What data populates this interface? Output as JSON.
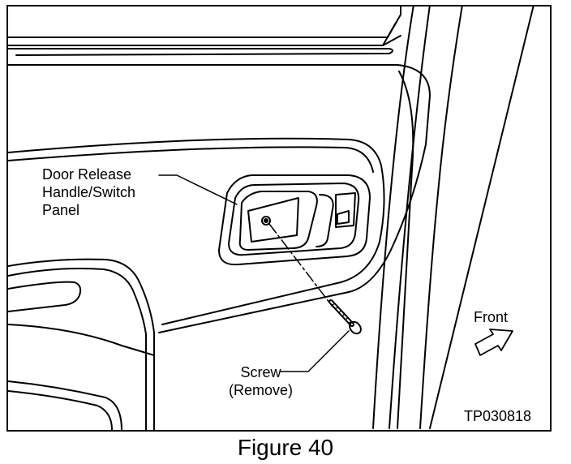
{
  "callouts": {
    "door_release": [
      "Door Release",
      "Handle/Switch",
      "Panel"
    ],
    "screw": [
      "Screw",
      "(Remove)"
    ],
    "front": "Front"
  },
  "part_number": "TP030818",
  "caption": "Figure 40",
  "colors": {
    "line": "#000000",
    "background": "#ffffff"
  },
  "icons": {
    "front_direction": "outline-arrow-right-icon"
  }
}
